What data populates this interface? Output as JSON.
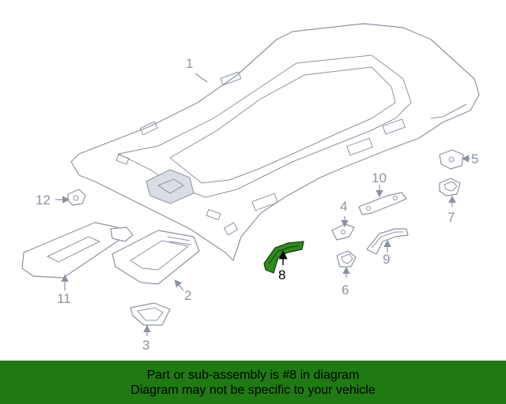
{
  "callouts": {
    "c1": "1",
    "c2": "2",
    "c3": "3",
    "c4": "4",
    "c5": "5",
    "c6": "6",
    "c7": "7",
    "c8": "8",
    "c9": "9",
    "c10": "10",
    "c11": "11",
    "c12": "12"
  },
  "highlight": {
    "part": "8",
    "color": "#2e8b1e"
  },
  "banner": {
    "line1": "Part or sub-assembly is #8 in diagram",
    "line2": "Diagram may not be specific to your vehicle",
    "color": "#1f7a12"
  }
}
